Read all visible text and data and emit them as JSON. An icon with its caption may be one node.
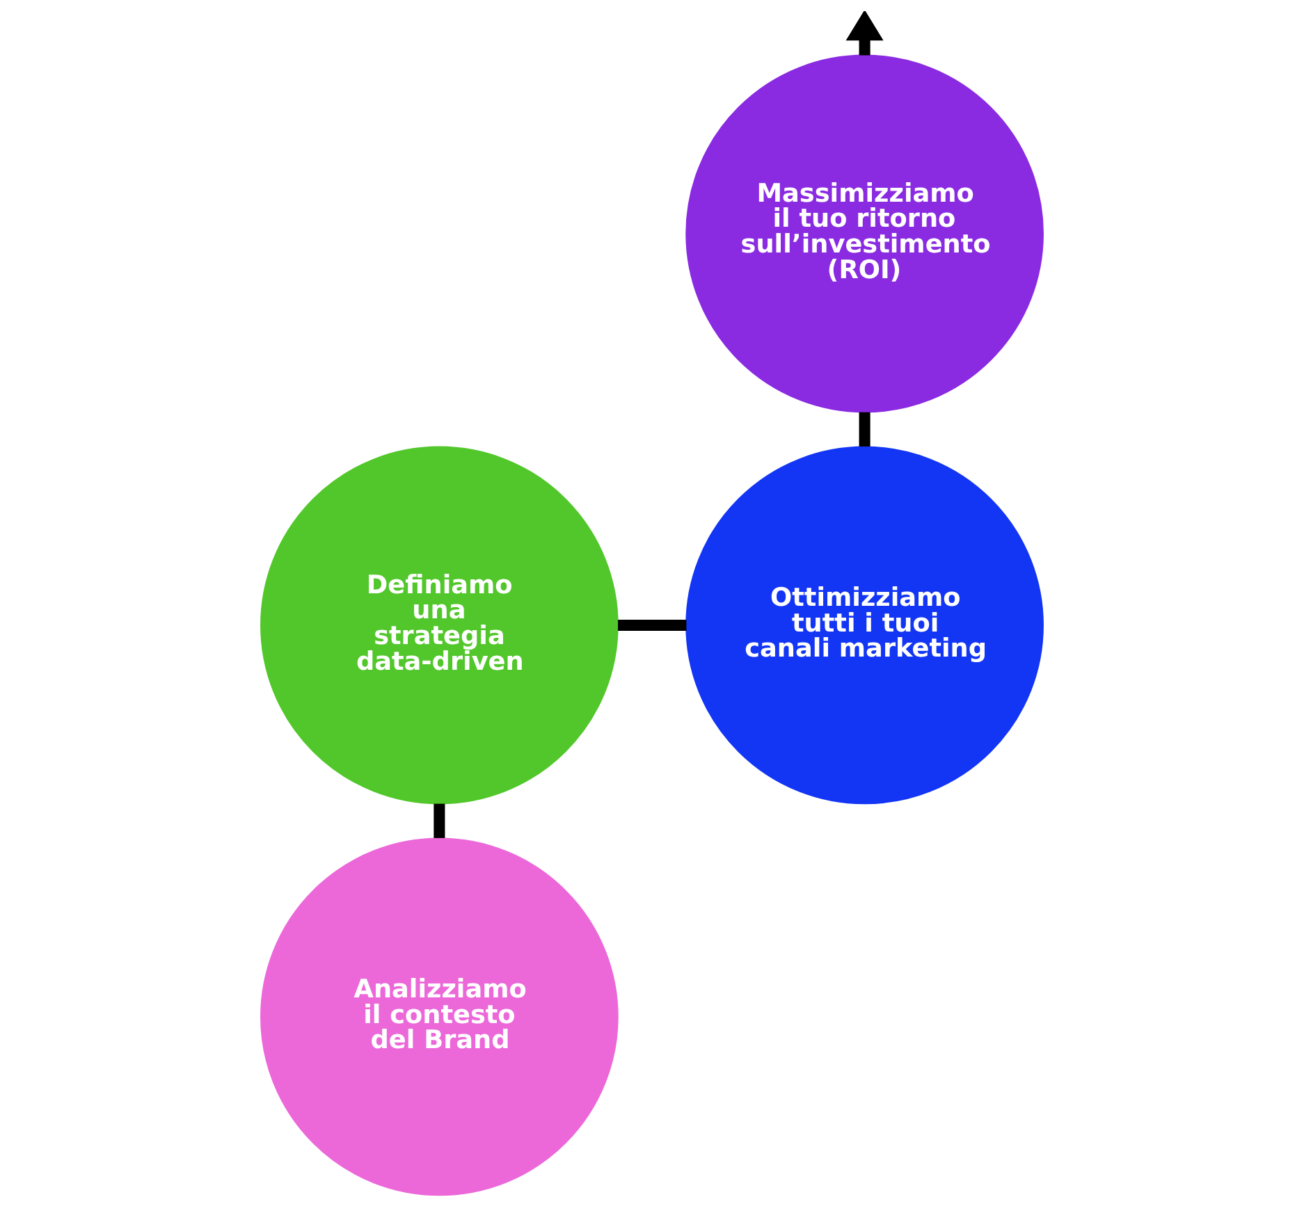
{
  "diagram": {
    "nodes": [
      {
        "text": [
          "Analizziamo il contesto del Brand"
        ]
      },
      {
        "text": [
          "Definiamo una strategia data-driven"
        ]
      },
      {
        "text": [
          "Ottimizziamo tutti i tuoi canali marketing"
        ]
      },
      {
        "text": [
          "Massimizziamo il tuo ritorno sull’investimento (ROI)"
        ]
      }
    ],
    "edges": [
      {
        "from": 0,
        "to": 1,
        "arrow": "none"
      },
      {
        "from": 1,
        "to": 2,
        "arrow": "none"
      },
      {
        "from": 2,
        "to": 3,
        "arrow": "none"
      },
      {
        "from": 3,
        "to": null,
        "arrow": "to"
      }
    ]
  }
}
